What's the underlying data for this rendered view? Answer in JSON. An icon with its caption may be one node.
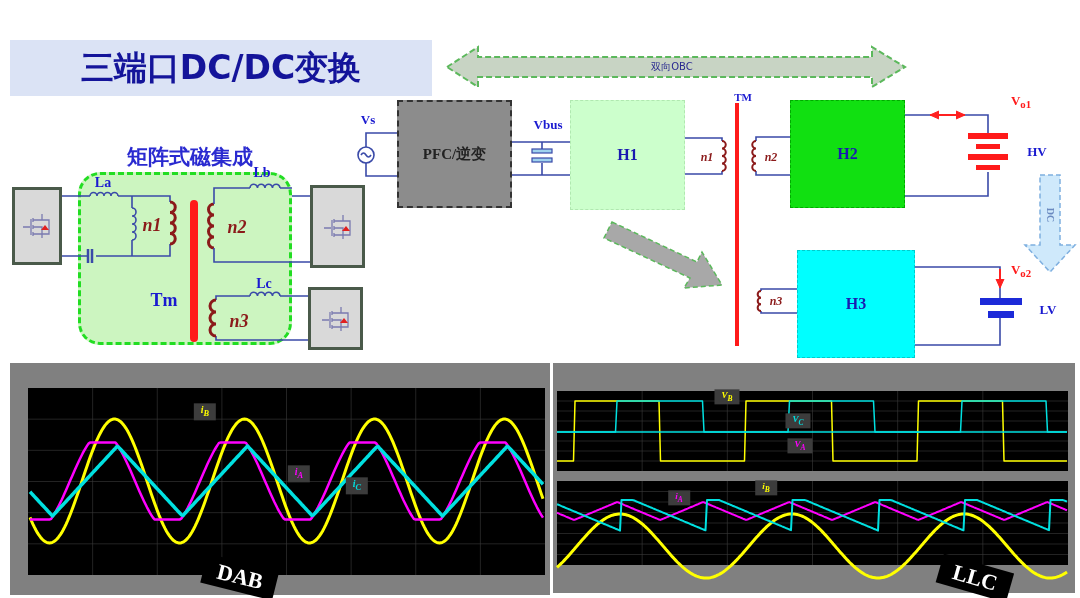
{
  "diagram": {
    "title": "三端口DC/DC变换",
    "nodes": [
      {
        "text": [],
        "shape": "box"
      },
      {
        "text": [
          "矩阵式磁集成"
        ]
      },
      {
        "text": [],
        "shape": "box"
      },
      {
        "text": [],
        "shape": "box"
      },
      {
        "text": [
          "PFC/逆变"
        ]
      },
      {
        "text": [
          "H1"
        ]
      },
      {
        "text": [
          "H2"
        ]
      },
      {
        "text": [
          "H3"
        ]
      }
    ],
    "edges": [
      {
        "from": 0,
        "to": 1,
        "arrow": "none"
      },
      {
        "from": 1,
        "to": 2,
        "arrow": "none"
      },
      {
        "from": 1,
        "to": 3,
        "arrow": "none"
      },
      {
        "from": 4,
        "to": 5,
        "arrow": "none"
      }
    ],
    "labels": [
      "双向OBC",
      "Vs",
      "Vbus",
      "TM",
      "n1",
      "n2",
      "V$_{o1}$",
      "HV",
      "DC",
      "V$_{o2}$",
      "LV",
      "n3",
      "La",
      "n1",
      "Lb",
      "n2",
      "Tm",
      "Lc",
      "n3",
      "i$_{B}$",
      "i$_{A}$",
      "i$_{C}$",
      "V$_{B}$",
      "V$_{C}$",
      "V$_{A}$",
      "i$_{B}$",
      "i$_{A}$",
      "DAB",
      "LLC"
    ]
  }
}
